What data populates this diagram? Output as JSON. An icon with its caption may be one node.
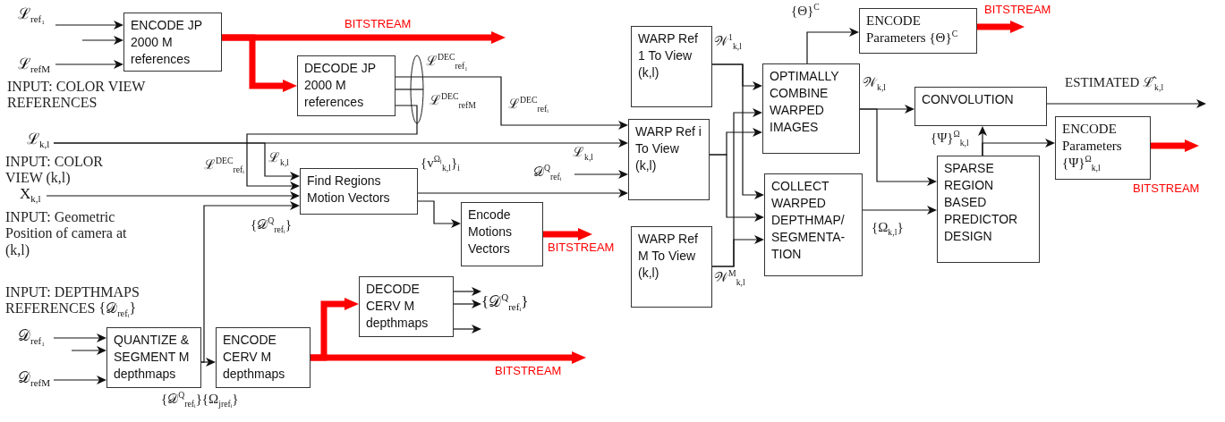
{
  "diagram": {
    "nodes": [
      {
        "text": [
          "ENCODE JP 2000 M references"
        ]
      },
      {
        "text": [
          "DECODE JP 2000 M references"
        ]
      },
      {
        "text": [
          "Find Regions Motion Vectors"
        ]
      },
      {
        "text": [
          "Encode Motions Vectors"
        ]
      },
      {
        "text": [
          "QUANTIZE & SEGMENT M depthmaps"
        ]
      },
      {
        "text": [
          "ENCODE CERV M depthmaps"
        ]
      },
      {
        "text": [
          "DECODE CERV M depthmaps"
        ]
      },
      {
        "text": [
          "WARP Ref 1 To View (k,l)"
        ]
      },
      {
        "text": [
          "WARP Ref i To View (k,l)"
        ]
      },
      {
        "text": [
          "WARP Ref M To View (k,l)"
        ]
      },
      {
        "text": [
          "OPTIMALLY COMBINE WARPED IMAGES"
        ]
      },
      {
        "text": [
          "COLLECT WARPED DEPTHMAP/ SEGMENTA-TION"
        ]
      },
      {
        "text": [
          "ENCODE Parameters {Θ}$^{C}$"
        ]
      },
      {
        "text": [
          "CONVOLUTION"
        ]
      },
      {
        "text": [
          "ENCODE Parameters {Ψ}$^{Ω}$$_{k,l}$"
        ]
      },
      {
        "text": [
          "SPARSE REGION BASED PREDICTOR DESIGN"
        ]
      },
      {
        "text": [
          "ℒ$_{ref₁}$"
        ]
      },
      {
        "text": [
          "ℒ$_{refM}$"
        ]
      },
      {
        "text": [
          "ℒ$_{k,l}$"
        ]
      },
      {
        "text": [
          "X$_{k,l}$"
        ]
      },
      {
        "text": [
          "𝒟$_{ref₁}$"
        ]
      },
      {
        "text": [
          "𝒟$_{refM}$"
        ]
      },
      {
        "text": [
          "{𝒟$^{Q}$$_{refᵢ}$}"
        ]
      }
    ],
    "edges": [
      {
        "from": 16,
        "to": 0,
        "arrow": "to"
      },
      {
        "from": null,
        "to": 0,
        "arrow": "to"
      },
      {
        "from": 17,
        "to": 0,
        "arrow": "to"
      },
      {
        "from": 0,
        "to": null,
        "arrow": "to",
        "label": "BITSTREAM",
        "style": "thick",
        "color": "#ff0000"
      },
      {
        "from": 0,
        "to": 1,
        "arrow": "to",
        "style": "thick",
        "color": "#ff0000"
      },
      {
        "from": 1,
        "to": 8,
        "arrow": "to",
        "label": "ℒ$^{DEC}$$_{refᵢ}$"
      },
      {
        "from": 1,
        "to": 2,
        "arrow": "to",
        "label": "ℒ$^{DEC}$$_{refᵢ}$"
      },
      {
        "from": 18,
        "to": 8,
        "arrow": "to",
        "label": "ℒ$_{k,l}$"
      },
      {
        "from": 18,
        "to": 2,
        "arrow": "to",
        "label": "ℒ$_{k,l}$"
      },
      {
        "from": 19,
        "to": 2,
        "arrow": "to"
      },
      {
        "from": 4,
        "to": 2,
        "arrow": "to",
        "label": "{𝒟$^{Q}$$_{refᵢ}$}"
      },
      {
        "from": 4,
        "to": 5,
        "arrow": "to"
      },
      {
        "from": 20,
        "to": 4,
        "arrow": "to"
      },
      {
        "from": null,
        "to": 4,
        "arrow": "to"
      },
      {
        "from": 21,
        "to": 4,
        "arrow": "to"
      },
      {
        "from": 5,
        "to": null,
        "arrow": "to",
        "label": "BITSTREAM",
        "style": "thick",
        "color": "#ff0000"
      },
      {
        "from": 5,
        "to": 6,
        "arrow": "to",
        "style": "thick",
        "color": "#ff0000"
      },
      {
        "from": 6,
        "to": 22,
        "arrow": "to"
      },
      {
        "from": 6,
        "to": 22,
        "arrow": "to"
      },
      {
        "from": 6,
        "to": 22,
        "arrow": "to"
      },
      {
        "from": 2,
        "to": 3,
        "arrow": "to"
      },
      {
        "from": 2,
        "to": 8,
        "arrow": "to",
        "label": "{v$^{Ωⱼ}$$_{k,l}$}$_{i}$"
      },
      {
        "from": null,
        "to": 8,
        "arrow": "to",
        "label": "𝒟$^{Q}$$_{refᵢ}$"
      },
      {
        "from": 3,
        "to": null,
        "arrow": "to",
        "label": "BITSTREAM",
        "style": "thick",
        "color": "#ff0000"
      },
      {
        "from": 7,
        "to": 10,
        "arrow": "to",
        "label": "𝒲$^{1}$$_{k,l}$"
      },
      {
        "from": 7,
        "to": 11,
        "arrow": "to"
      },
      {
        "from": 8,
        "to": 10,
        "arrow": "to"
      },
      {
        "from": 9,
        "to": 10,
        "arrow": "to",
        "label": "𝒲$^{M}$$_{k,l}$"
      },
      {
        "from": 8,
        "to": 11,
        "arrow": "to"
      },
      {
        "from": 9,
        "to": 11,
        "arrow": "to"
      },
      {
        "from": 10,
        "to": 12,
        "arrow": "to",
        "label": "{Θ}$^{C}$"
      },
      {
        "from": 10,
        "to": 13,
        "arrow": "to",
        "label": "𝒲$_{k,l}$"
      },
      {
        "from": 10,
        "to": 15,
        "arrow": "to"
      },
      {
        "from": 11,
        "to": 15,
        "arrow": "to",
        "label": "{Ω$_{k,l}$}"
      },
      {
        "from": 12,
        "to": null,
        "arrow": "to",
        "label": "BITSTREAM",
        "style": "thick",
        "color": "#ff0000"
      },
      {
        "from": 15,
        "to": 13,
        "arrow": "to",
        "label": "{Ψ}$^{Ω}$$_{k,l}$"
      },
      {
        "from": 15,
        "to": 14,
        "arrow": "to"
      },
      {
        "from": 14,
        "to": null,
        "arrow": "to",
        "label": "BITSTREAM",
        "style": "thick",
        "color": "#ff0000"
      },
      {
        "from": 13,
        "to": null,
        "arrow": "to",
        "label": "ESTIMATED ℒ̂$_{k,l}$"
      }
    ],
    "labels": [
      "INPUT: COLOR VIEW REFERENCES",
      "ℒ$^{DEC}$$_{ref₁}$",
      "ℒ$^{DEC}$$_{refM}$",
      "INPUT: COLOR VIEW (k,l)",
      "INPUT: Geometric Position of camera at (k,l)",
      "INPUT: DEPTHMAPS REFERENCES {𝒟$_{refᵢ}$}",
      "{𝒟$^{Q}$$_{refᵢ}$}{Ω$_{jrefᵢ}$}"
    ]
  }
}
